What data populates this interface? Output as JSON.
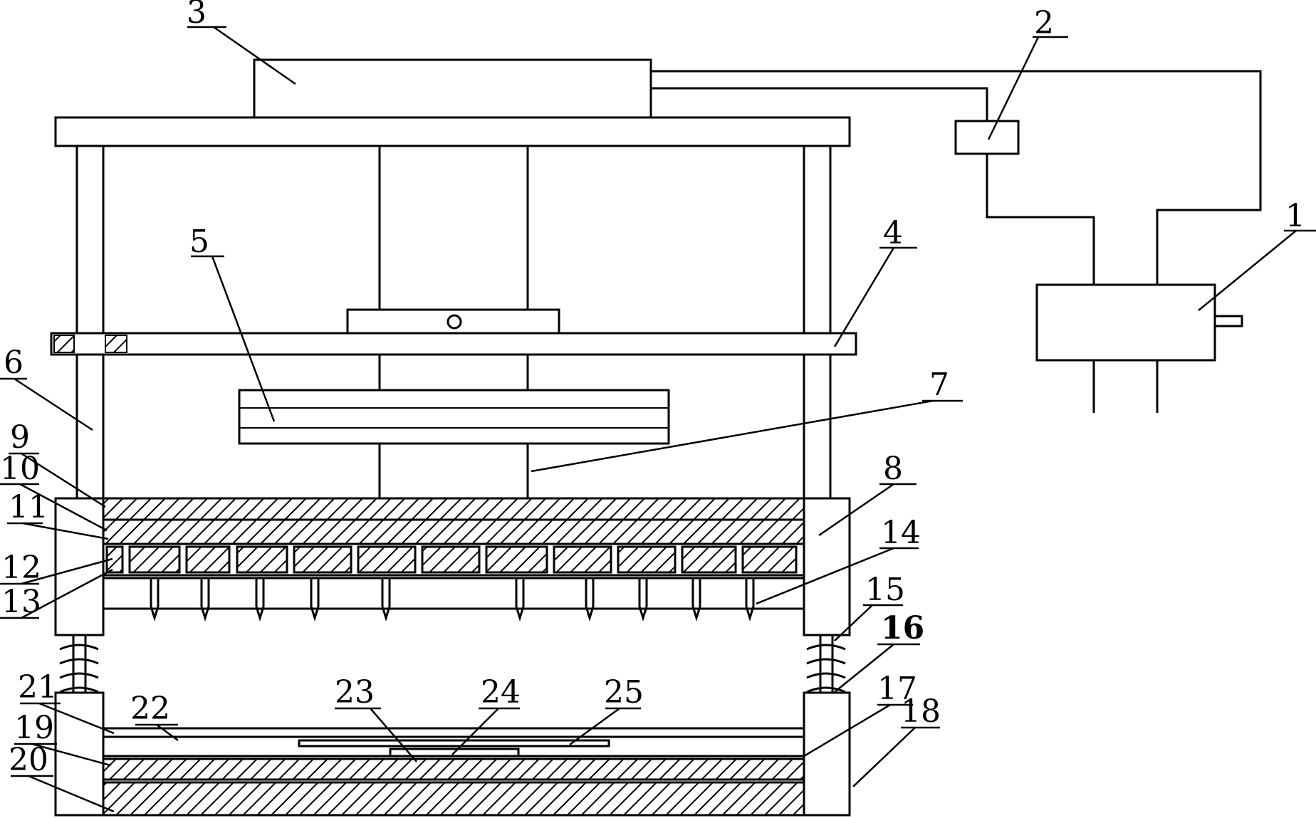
{
  "labels": [
    {
      "id": "1",
      "text": "1"
    },
    {
      "id": "2",
      "text": "2"
    },
    {
      "id": "3",
      "text": "3"
    },
    {
      "id": "4",
      "text": "4"
    },
    {
      "id": "5",
      "text": "5"
    },
    {
      "id": "6",
      "text": "6"
    },
    {
      "id": "7",
      "text": "7"
    },
    {
      "id": "8",
      "text": "8"
    },
    {
      "id": "9",
      "text": "9"
    },
    {
      "id": "10",
      "text": "10"
    },
    {
      "id": "11",
      "text": "11"
    },
    {
      "id": "12",
      "text": "12"
    },
    {
      "id": "13",
      "text": "13"
    },
    {
      "id": "14",
      "text": "14"
    },
    {
      "id": "15",
      "text": "15"
    },
    {
      "id": "16",
      "text": "16"
    },
    {
      "id": "17",
      "text": "17"
    },
    {
      "id": "18",
      "text": "18"
    },
    {
      "id": "19",
      "text": "19"
    },
    {
      "id": "20",
      "text": "20"
    },
    {
      "id": "21",
      "text": "21"
    },
    {
      "id": "22",
      "text": "22"
    },
    {
      "id": "23",
      "text": "23"
    },
    {
      "id": "24",
      "text": "24"
    },
    {
      "id": "25",
      "text": "25"
    }
  ]
}
